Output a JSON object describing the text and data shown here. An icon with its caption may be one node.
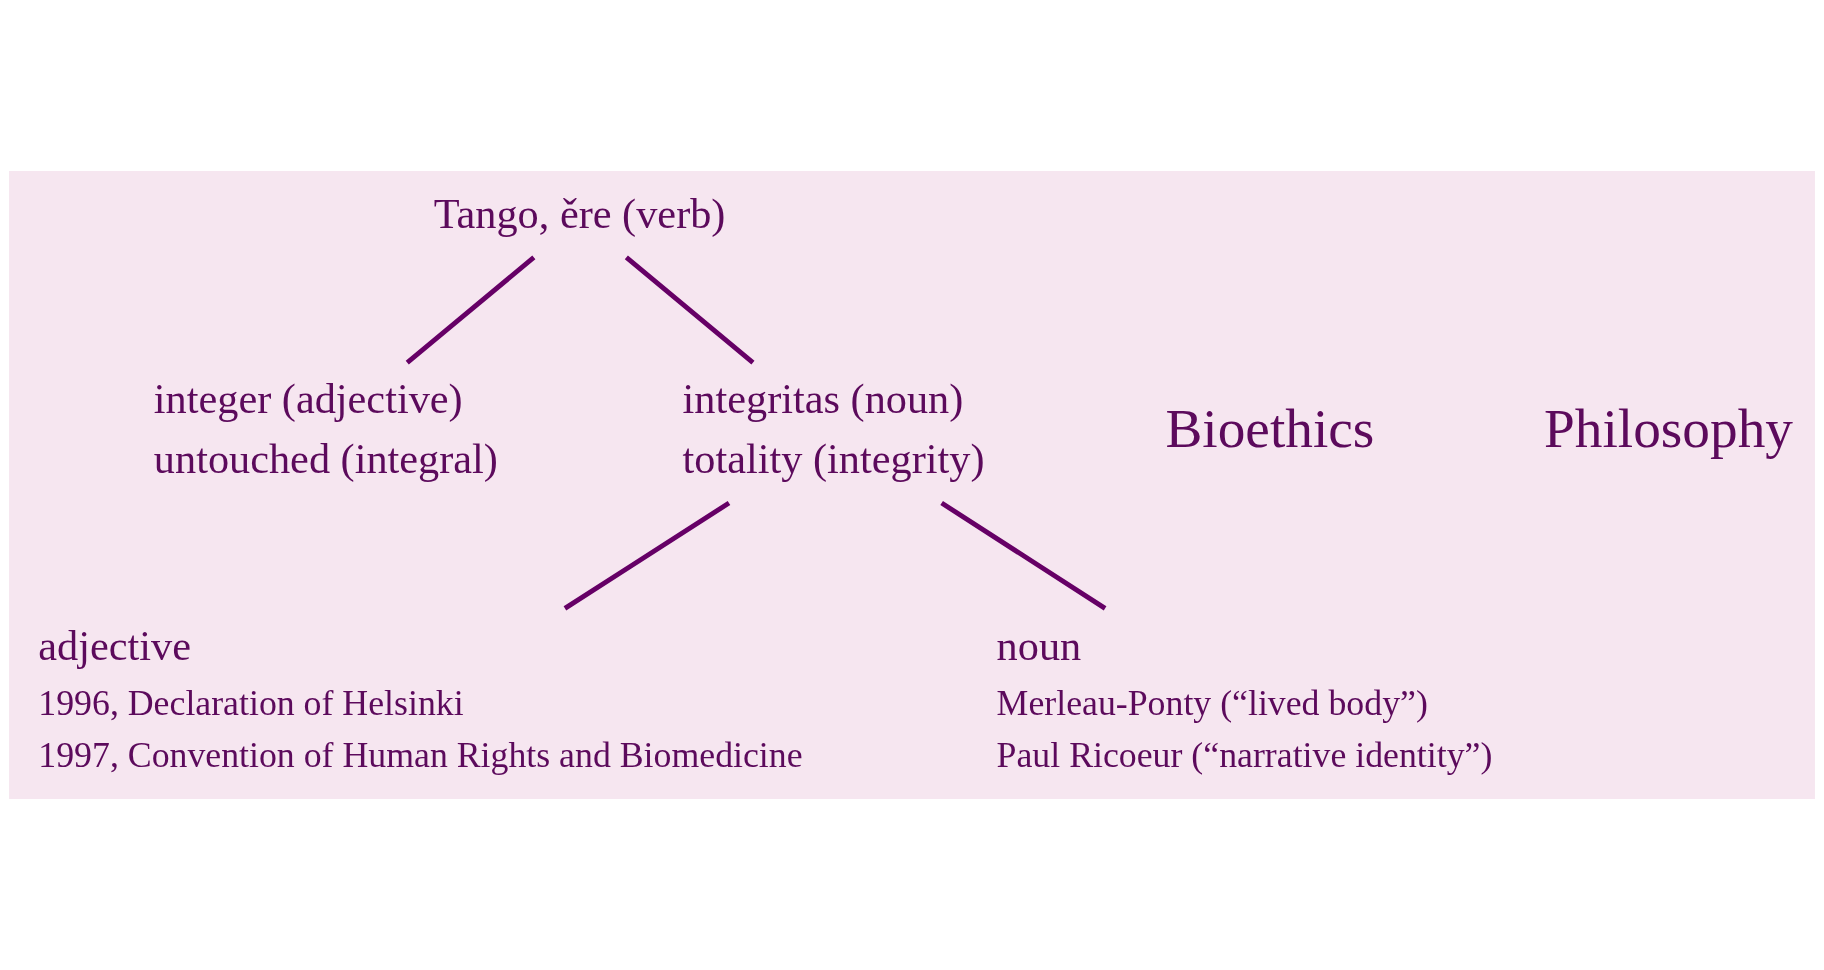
{
  "diagram": {
    "nodes": [
      {
        "text": [
          "Tango, ěre (verb)"
        ]
      },
      {
        "text": [
          "integer (adjective)",
          "untouched (integral)"
        ]
      },
      {
        "text": [
          "integritas (noun)",
          "totality (integrity)"
        ]
      },
      {
        "text": [
          "adjective"
        ],
        "beside": [
          "1996, Declaration of Helsinki",
          "1997, Convention of Human Rights and Biomedicine"
        ]
      },
      {
        "text": [
          "noun"
        ],
        "beside": [
          "Merleau-Ponty (“lived body”)",
          "Paul Ricoeur (“narrative identity”)"
        ]
      }
    ],
    "edges": [
      {
        "from": 0,
        "to": 1,
        "arrow": "none"
      },
      {
        "from": 0,
        "to": 2,
        "arrow": "none"
      },
      {
        "from": 2,
        "to": 3,
        "arrow": "none"
      },
      {
        "from": 2,
        "to": 4,
        "arrow": "none"
      }
    ],
    "labels": [
      "Bioethics",
      "Philosophy"
    ]
  }
}
